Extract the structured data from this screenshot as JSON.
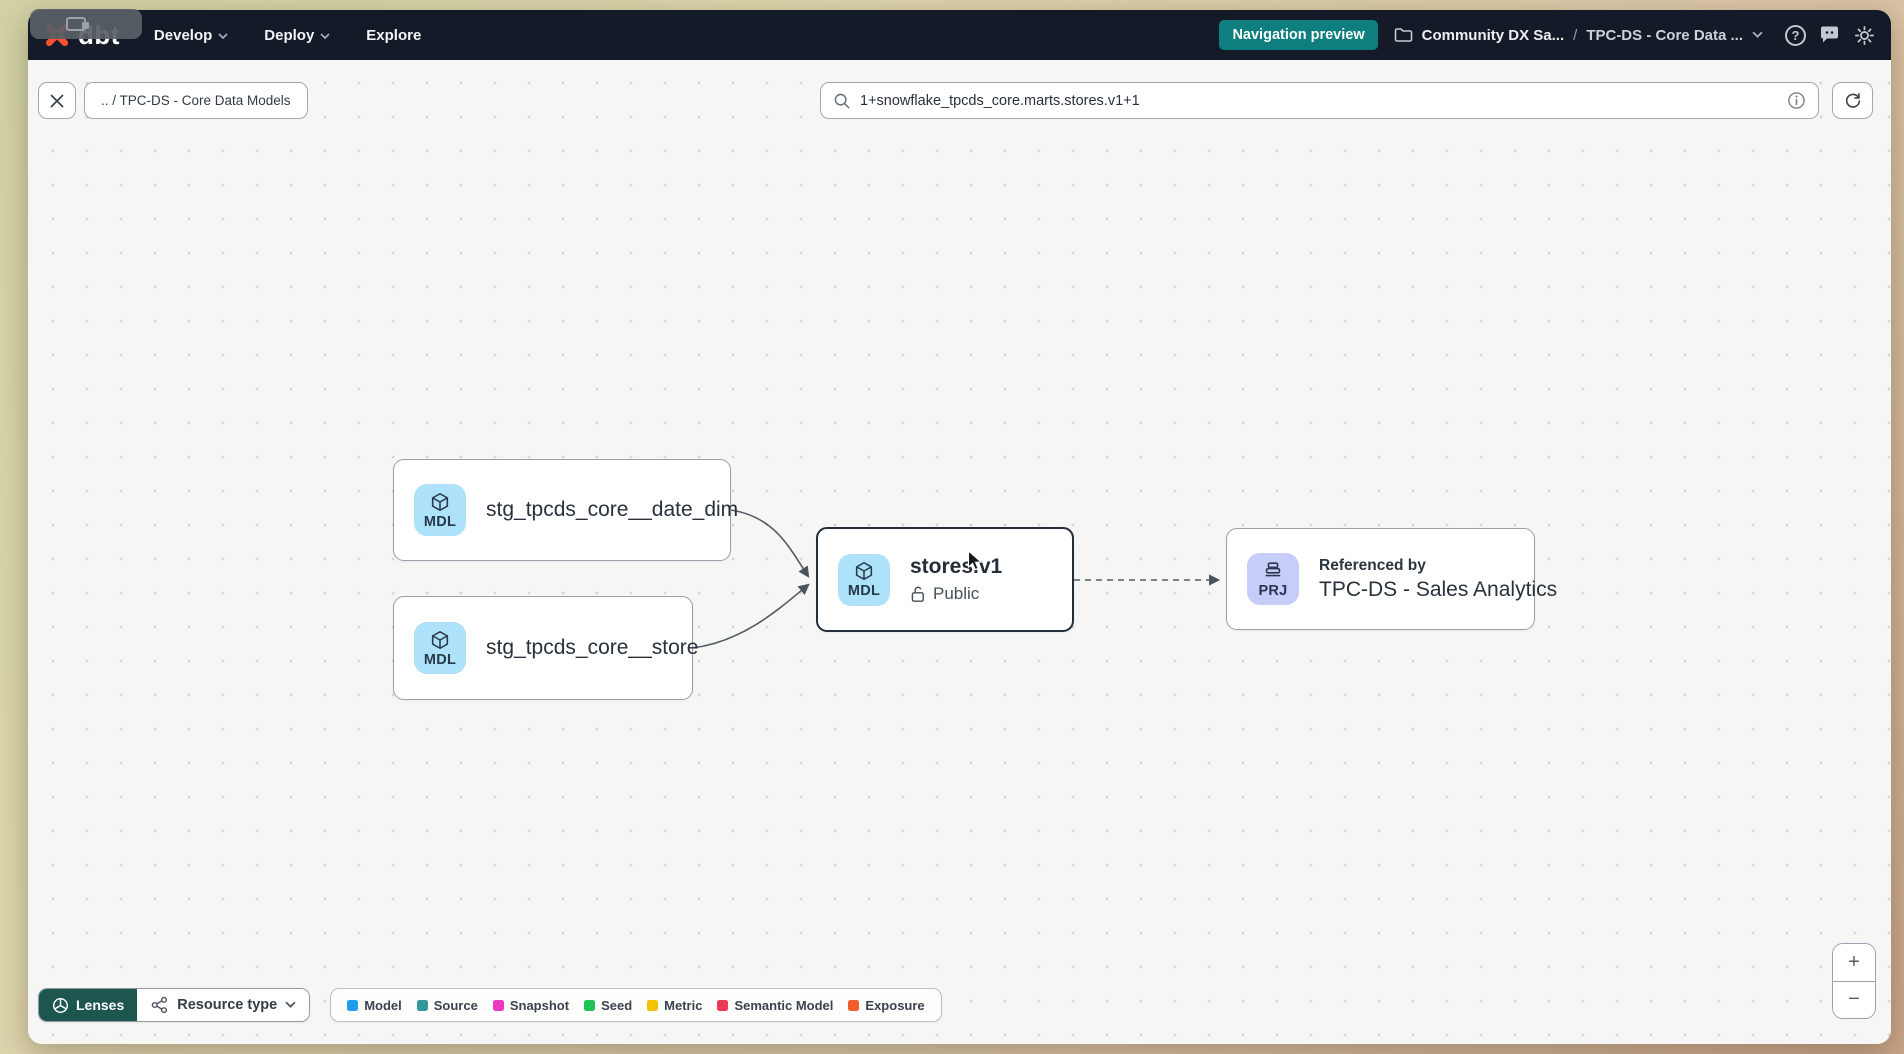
{
  "navbar": {
    "logo_text": "dbt",
    "menus": [
      {
        "label": "Develop"
      },
      {
        "label": "Deploy"
      },
      {
        "label": "Explore"
      }
    ],
    "preview_badge": "Navigation preview",
    "breadcrumb": {
      "project": "Community DX Sa...",
      "separator": "/",
      "page": "TPC-DS - Core Data ..."
    },
    "help_glyph": "?"
  },
  "toolbar": {
    "breadcrumb_chip": ".. / TPC-DS - Core Data Models",
    "search": {
      "value": "1+snowflake_tpcds_core.marts.stores.v1+1"
    }
  },
  "graph": {
    "nodes": [
      {
        "badge": "MDL",
        "label": "stg_tpcds_core__date_dim"
      },
      {
        "badge": "MDL",
        "label": "stg_tpcds_core__store"
      },
      {
        "badge": "MDL",
        "label": "stores.v1",
        "access": "Public",
        "selected": true
      },
      {
        "badge": "PRJ",
        "label_top": "Referenced by",
        "label": "TPC-DS - Sales Analytics"
      }
    ]
  },
  "footer": {
    "lenses_label": "Lenses",
    "resource_type_label": "Resource type",
    "legend": [
      {
        "label": "Model",
        "color": "#1f9ced"
      },
      {
        "label": "Source",
        "color": "#31989b"
      },
      {
        "label": "Snapshot",
        "color": "#e93ac1"
      },
      {
        "label": "Seed",
        "color": "#22c153"
      },
      {
        "label": "Metric",
        "color": "#f0c200"
      },
      {
        "label": "Semantic Model",
        "color": "#ea3a55"
      },
      {
        "label": "Exposure",
        "color": "#f15e2c"
      }
    ],
    "zoom_in": "+",
    "zoom_out": "−"
  },
  "colors": {
    "navbar_bg": "#141a28",
    "accent_teal": "#0f7e7e",
    "logo_orange": "#fc512f",
    "model_badge_bg": "#aee1fa",
    "project_badge_bg": "#c6cdf9",
    "selected_border": "#242e3a"
  }
}
